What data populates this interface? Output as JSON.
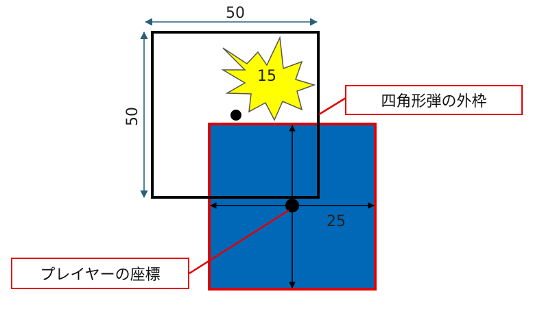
{
  "labels": {
    "outer_width": "50",
    "outer_height": "50",
    "burst_value": "15",
    "half_size": "25"
  },
  "callouts": {
    "square_outline": "四角形弾の外枠",
    "player_coords": "プレイヤーの座標"
  },
  "colors": {
    "box_fill": "#0068b7",
    "box_border": "#e00000",
    "outline": "#000000",
    "dimension_arrow": "#2a5f7a",
    "burst_fill": "#ffff00",
    "burst_stroke": "#555555"
  }
}
